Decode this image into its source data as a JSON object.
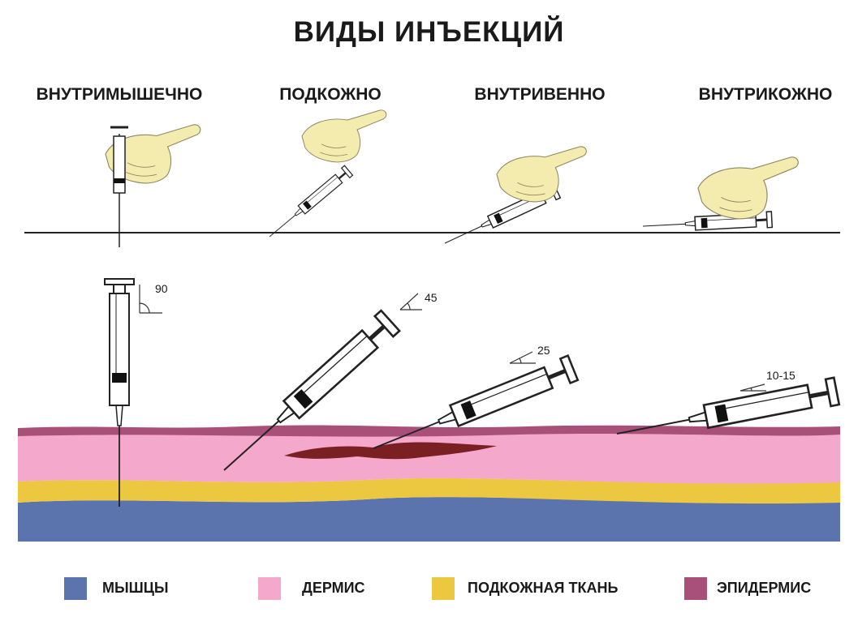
{
  "title": "ВИДЫ ИНЪЕКЦИЙ",
  "injection_types": [
    {
      "label": "ВНУТРИМЫШЕЧНО",
      "angle": "90"
    },
    {
      "label": "ПОДКОЖНО",
      "angle": "45"
    },
    {
      "label": "ВНУТРИВЕННО",
      "angle": "25"
    },
    {
      "label": "ВНУТРИКОЖНО",
      "angle": "10-15"
    }
  ],
  "legend": [
    {
      "label": "МЫШЦЫ",
      "color": "#5b74ad"
    },
    {
      "label": "ДЕРМИС",
      "color": "#f4a8cb"
    },
    {
      "label": "ПОДКОЖНАЯ ТКАНЬ",
      "color": "#ecc840"
    },
    {
      "label": "ЭПИДЕРМИС",
      "color": "#a8507a"
    }
  ],
  "colors": {
    "muscle": "#5b74ad",
    "dermis": "#f4a8cb",
    "subcutaneous": "#ecc840",
    "epidermis": "#a8507a",
    "vein": "#7a1f22",
    "glove": "#f4ecae",
    "syringe_ring": "#111111"
  }
}
